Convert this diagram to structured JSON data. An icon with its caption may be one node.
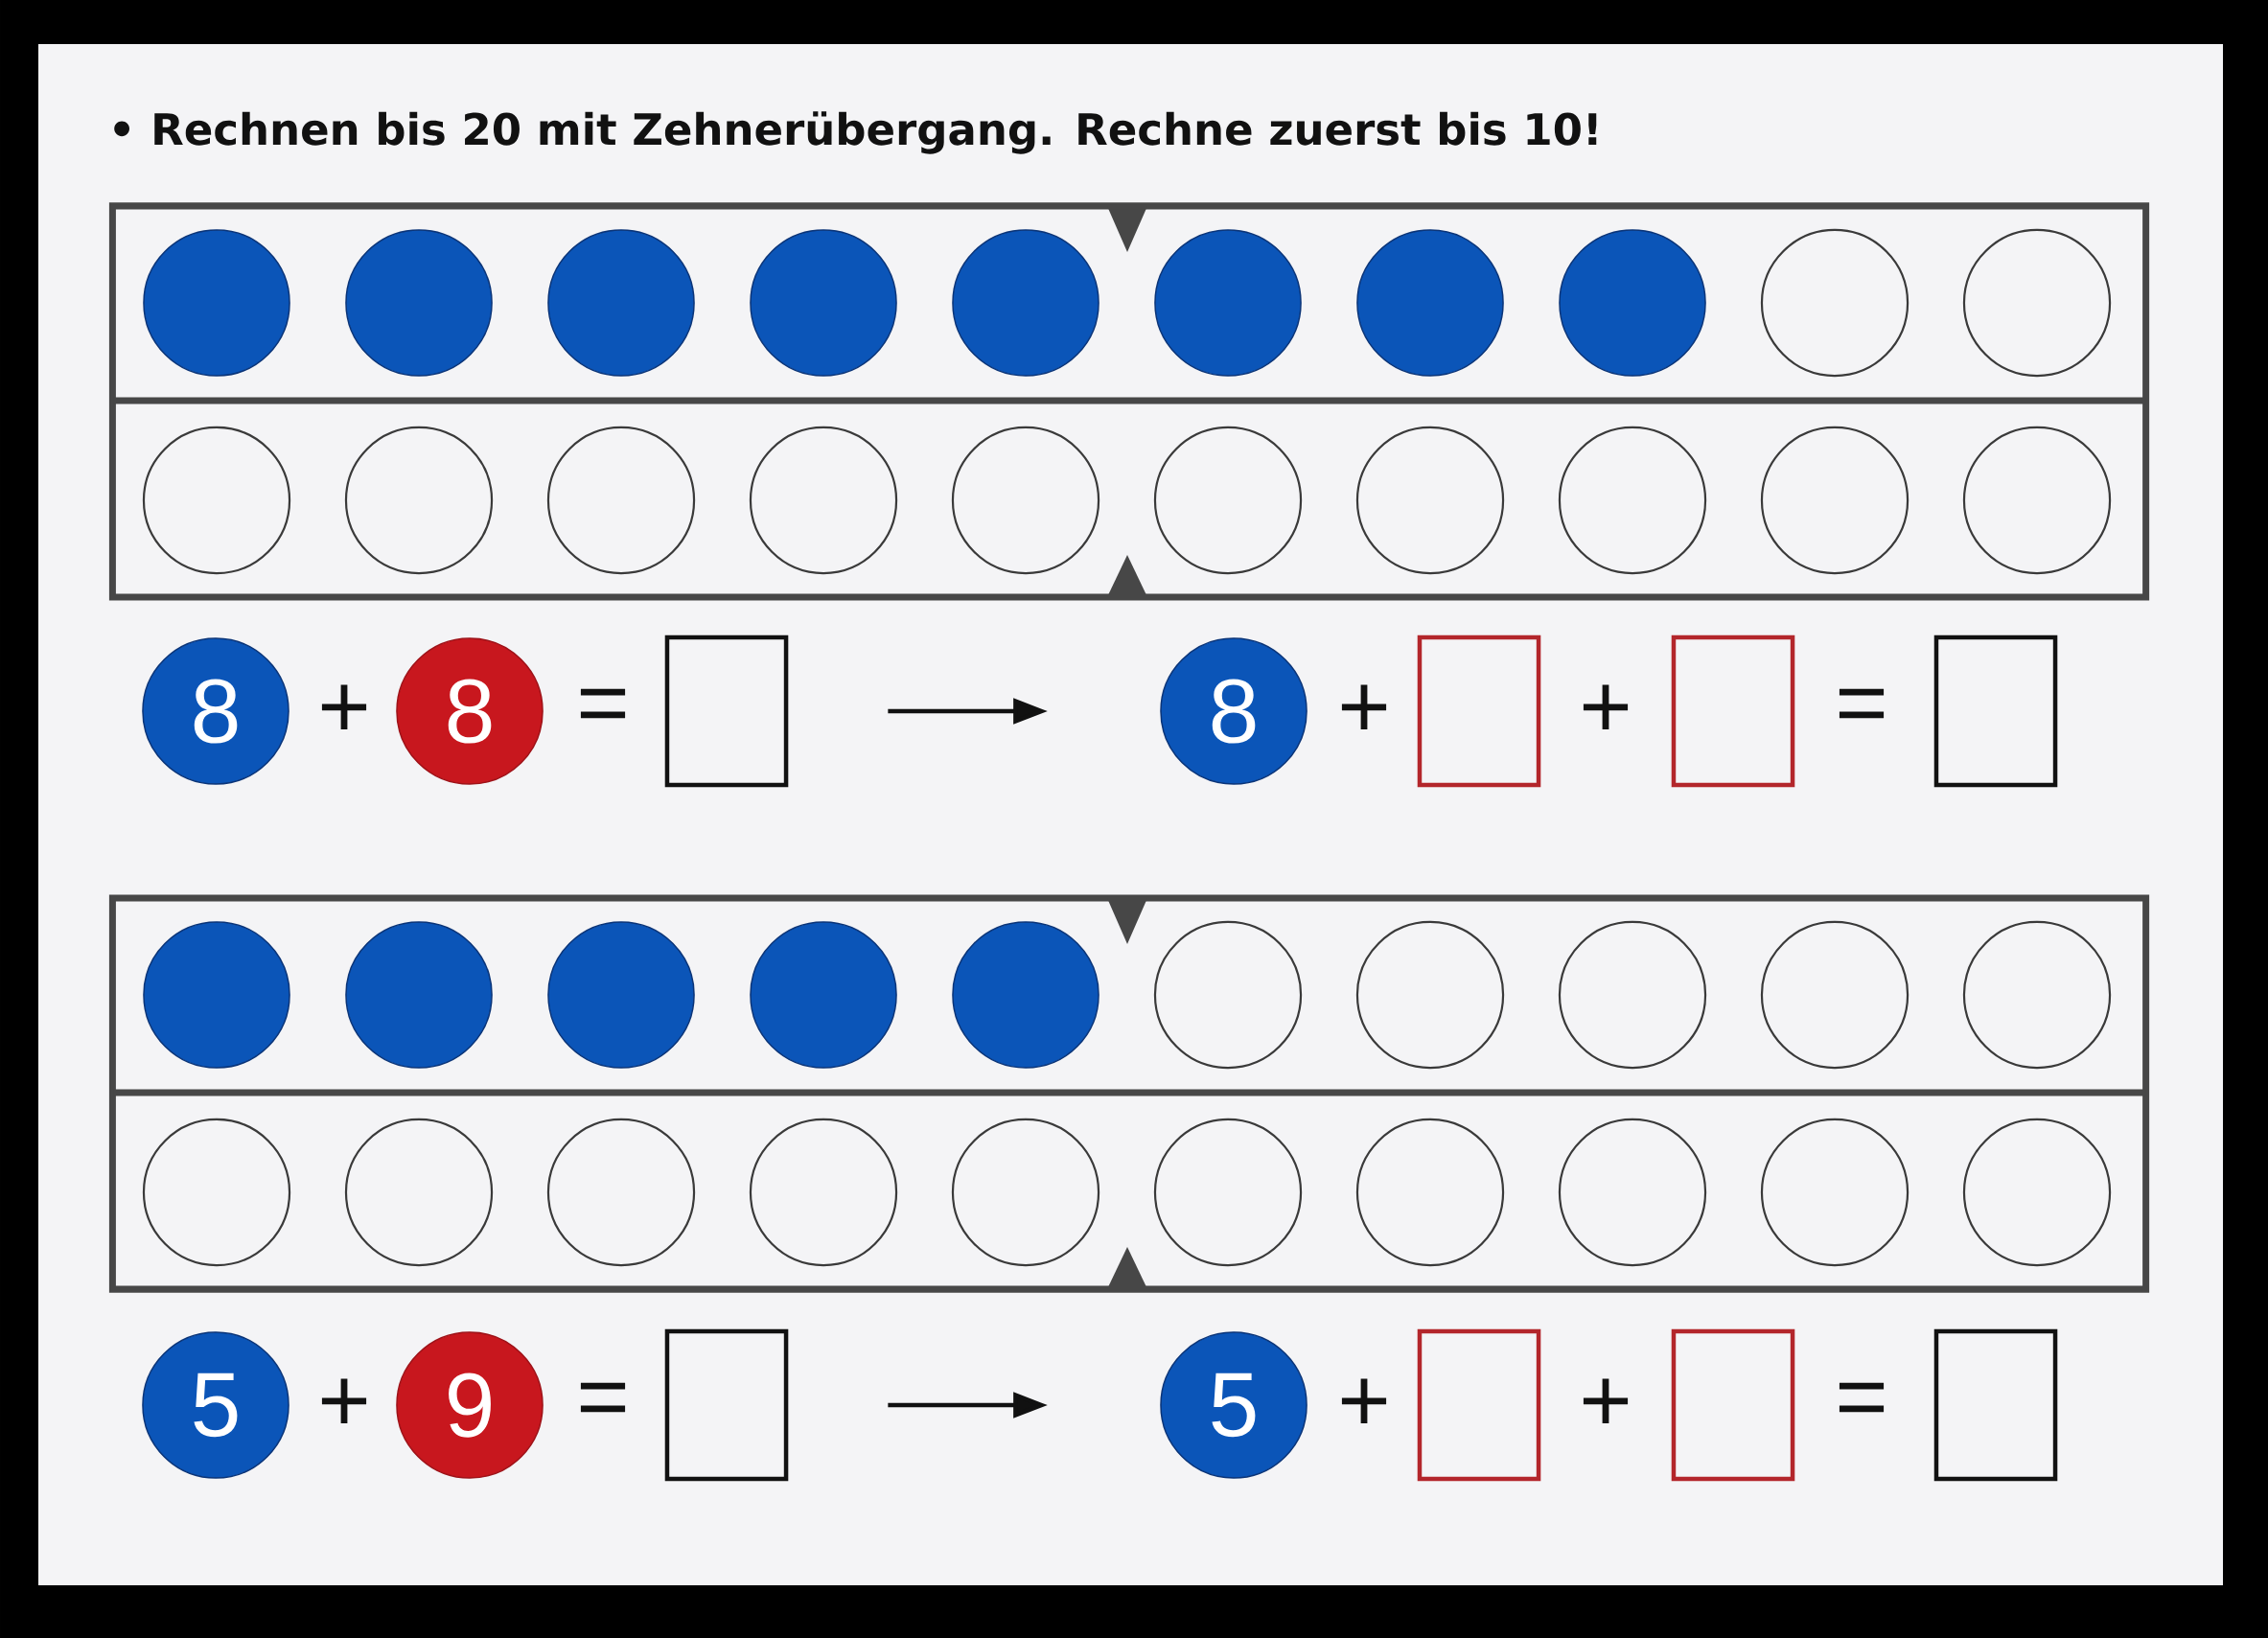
{
  "diagram": {
    "title": "• Rechnen bis 20 mit Zehnerübergang. Rechne zuerst bis 10!",
    "nodes": [
      {
        "text": [],
        "shape": "box"
      },
      {
        "text": [],
        "shape": "disc",
        "in": 0
      },
      {
        "text": [],
        "shape": "disc",
        "in": 0
      },
      {
        "text": [],
        "shape": "disc",
        "in": 0
      },
      {
        "text": [],
        "shape": "disc",
        "in": 0
      },
      {
        "text": [],
        "shape": "disc",
        "in": 0
      },
      {
        "text": [],
        "shape": "disc",
        "in": 0
      },
      {
        "text": [],
        "shape": "disc",
        "in": 0
      },
      {
        "text": [],
        "shape": "disc",
        "in": 0
      },
      {
        "text": [],
        "shape": "circle",
        "in": 0
      },
      {
        "text": [],
        "shape": "circle",
        "in": 0
      },
      {
        "text": [],
        "shape": "circle",
        "in": 0
      },
      {
        "text": [],
        "shape": "circle",
        "in": 0
      },
      {
        "text": [],
        "shape": "circle",
        "in": 0
      },
      {
        "text": [],
        "shape": "circle",
        "in": 0
      },
      {
        "text": [],
        "shape": "circle",
        "in": 0
      },
      {
        "text": [],
        "shape": "circle",
        "in": 0
      },
      {
        "text": [],
        "shape": "circle",
        "in": 0
      },
      {
        "text": [],
        "shape": "circle",
        "in": 0
      },
      {
        "text": [],
        "shape": "circle",
        "in": 0
      },
      {
        "text": [],
        "shape": "circle",
        "in": 0
      },
      {
        "text": [
          "8"
        ]
      },
      {
        "text": [
          "8"
        ]
      },
      {
        "text": [],
        "shape": "box"
      },
      {
        "text": [
          "8"
        ]
      },
      {
        "text": [],
        "shape": "box"
      },
      {
        "text": [],
        "shape": "box"
      },
      {
        "text": [],
        "shape": "box"
      },
      {
        "text": [],
        "shape": "box"
      },
      {
        "text": [],
        "shape": "disc",
        "in": 28
      },
      {
        "text": [],
        "shape": "disc",
        "in": 28
      },
      {
        "text": [],
        "shape": "disc",
        "in": 28
      },
      {
        "text": [],
        "shape": "disc",
        "in": 28
      },
      {
        "text": [],
        "shape": "disc",
        "in": 28
      },
      {
        "text": [],
        "shape": "circle",
        "in": 28
      },
      {
        "text": [],
        "shape": "circle",
        "in": 28
      },
      {
        "text": [],
        "shape": "circle",
        "in": 28
      },
      {
        "text": [],
        "shape": "circle",
        "in": 28
      },
      {
        "text": [],
        "shape": "circle",
        "in": 28
      },
      {
        "text": [],
        "shape": "circle",
        "in": 28
      },
      {
        "text": [],
        "shape": "circle",
        "in": 28
      },
      {
        "text": [],
        "shape": "circle",
        "in": 28
      },
      {
        "text": [],
        "shape": "circle",
        "in": 28
      },
      {
        "text": [],
        "shape": "circle",
        "in": 28
      },
      {
        "text": [],
        "shape": "circle",
        "in": 28
      },
      {
        "text": [],
        "shape": "circle",
        "in": 28
      },
      {
        "text": [],
        "shape": "circle",
        "in": 28
      },
      {
        "text": [],
        "shape": "circle",
        "in": 28
      },
      {
        "text": [],
        "shape": "circle",
        "in": 28
      },
      {
        "text": [
          "5"
        ]
      },
      {
        "text": [
          "9"
        ]
      },
      {
        "text": [],
        "shape": "box"
      },
      {
        "text": [
          "5"
        ]
      },
      {
        "text": [],
        "shape": "box"
      },
      {
        "text": [],
        "shape": "box"
      },
      {
        "text": [],
        "shape": "box"
      }
    ],
    "edges": [
      {
        "from": 23,
        "to": 24,
        "arrow": "to"
      },
      {
        "from": 51,
        "to": 52,
        "arrow": "to"
      }
    ],
    "labels": [
      "+",
      "=",
      "+",
      "+",
      "=",
      "+",
      "=",
      "+",
      "+",
      "="
    ]
  }
}
